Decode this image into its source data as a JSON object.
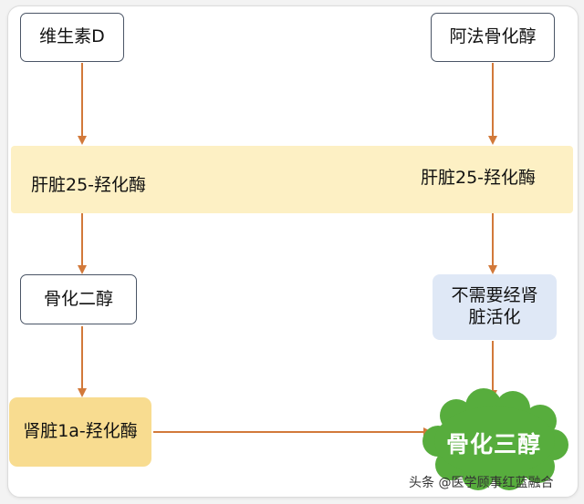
{
  "diagram": {
    "nodes": {
      "vitamin_d": "维生素D",
      "alfacalcidol": "阿法骨化醇",
      "liver_enzyme_left": "肝脏25-羟化酶",
      "liver_enzyme_right": "肝脏25-羟化酶",
      "calcidiol": "骨化二醇",
      "no_kidney": "不需要经肾脏活化",
      "kidney_enzyme": "肾脏1a-羟化酶",
      "calcitriol": "骨化三醇"
    },
    "edges": [
      {
        "from": "vitamin_d",
        "to": "liver_enzyme_left"
      },
      {
        "from": "liver_enzyme_left",
        "to": "calcidiol"
      },
      {
        "from": "calcidiol",
        "to": "kidney_enzyme"
      },
      {
        "from": "kidney_enzyme",
        "to": "calcitriol"
      },
      {
        "from": "alfacalcidol",
        "to": "liver_enzyme_right"
      },
      {
        "from": "liver_enzyme_right",
        "to": "no_kidney"
      },
      {
        "from": "no_kidney",
        "to": "calcitriol"
      }
    ],
    "colors": {
      "arrow": "#d2793a",
      "band": "#fdf0c4",
      "box_border": "#4a5566",
      "blue_box": "#dfe8f6",
      "amber_box": "#f8dc90",
      "cloud": "#57ad3d"
    }
  },
  "watermark": "头条 @医学顾事红蓝融合"
}
